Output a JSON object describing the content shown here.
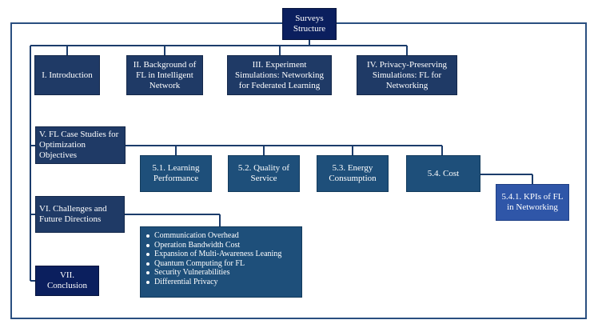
{
  "root": {
    "label": "Surveys Structure"
  },
  "sections": {
    "intro": "I. Introduction",
    "background": "II. Background of FL in Intelligent Network",
    "experiment": "III. Experiment Simulations: Networking for Federated Learning",
    "privacy": "IV. Privacy-Preserving Simulations: FL for Networking",
    "case_studies": "V. FL Case Studies for Optimization Objectives",
    "challenges": "VI. Challenges and Future Directions",
    "conclusion": "VII. Conclusion"
  },
  "subsections": {
    "learning": "5.1. Learning Performance",
    "qos": "5.2. Quality of Service",
    "energy": "5.3. Energy Consumption",
    "cost": "5.4. Cost",
    "kpis": "5.4.1. KPIs of FL in Networking"
  },
  "challenge_items": [
    "Communication Overhead",
    "Operation Bandwidth Cost",
    "Expansion of Multi-Awareness Leaning",
    "Quantum Computing for FL",
    "Security Vulnerabilities",
    "Differential Privacy"
  ],
  "colors": {
    "line": "#1b3c6b",
    "frame": "#2a4f80",
    "navy": "#1f3a66",
    "teal": "#1e4f7a",
    "deep": "#0b1f5e",
    "bright": "#2f56a8"
  }
}
